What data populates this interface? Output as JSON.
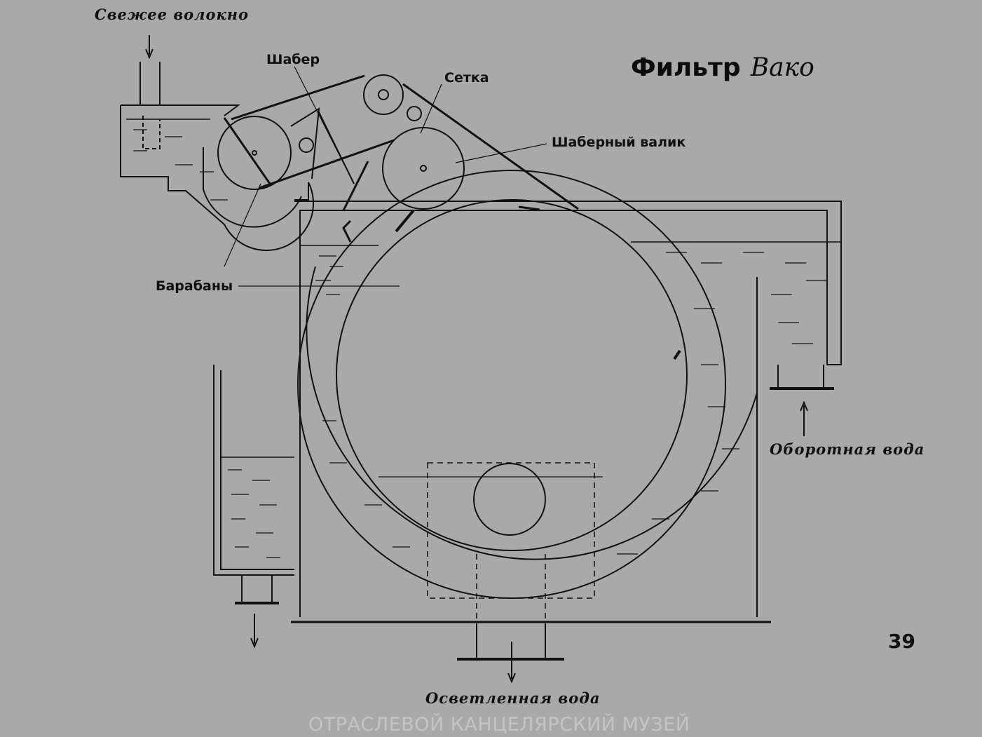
{
  "title": {
    "main": "Фильтр",
    "name": "Вако"
  },
  "labels": {
    "fresh_fiber": "Свежее волокно",
    "scraper": "Шабер",
    "mesh": "Сетка",
    "scraper_roller": "Шаберный валик",
    "drums": "Барабаны",
    "recycled_water": "Оборотная вода",
    "clarified_water": "Осветленная вода"
  },
  "page_number": "39",
  "watermark": "ОТРАСЛЕВОЙ КАНЦЕЛЯРСКИЙ МУЗЕЙ"
}
